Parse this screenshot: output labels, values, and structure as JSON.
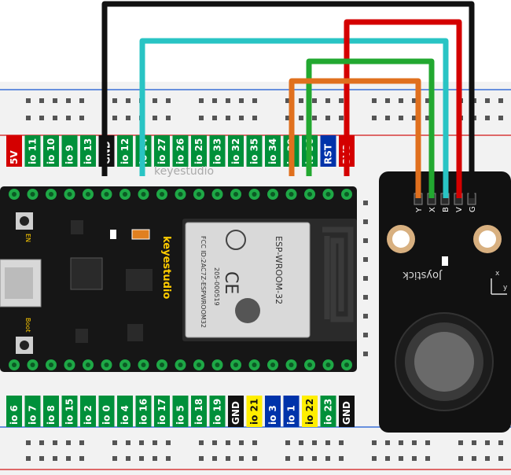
{
  "top_labels": [
    {
      "text": "5V",
      "bg": "#d40000",
      "fg": "#ffffff"
    },
    {
      "text": "io 11",
      "bg": "#00903a",
      "fg": "#ffffff"
    },
    {
      "text": "io 10",
      "bg": "#00903a",
      "fg": "#ffffff"
    },
    {
      "text": "io 9",
      "bg": "#00903a",
      "fg": "#ffffff"
    },
    {
      "text": "io 13",
      "bg": "#00903a",
      "fg": "#ffffff"
    },
    {
      "text": "GND",
      "bg": "#111111",
      "fg": "#ffffff"
    },
    {
      "text": "io 12",
      "bg": "#00903a",
      "fg": "#ffffff"
    },
    {
      "text": "io 14",
      "bg": "#00903a",
      "fg": "#ffffff"
    },
    {
      "text": "io 27",
      "bg": "#00903a",
      "fg": "#ffffff"
    },
    {
      "text": "io 26",
      "bg": "#00903a",
      "fg": "#ffffff"
    },
    {
      "text": "io 25",
      "bg": "#00903a",
      "fg": "#ffffff"
    },
    {
      "text": "io 33",
      "bg": "#00903a",
      "fg": "#ffffff"
    },
    {
      "text": "io 32",
      "bg": "#00903a",
      "fg": "#ffffff"
    },
    {
      "text": "io 35",
      "bg": "#00903a",
      "fg": "#ffffff"
    },
    {
      "text": "io 34",
      "bg": "#00903a",
      "fg": "#ffffff"
    },
    {
      "text": "io 39",
      "bg": "#00903a",
      "fg": "#ffffff"
    },
    {
      "text": "io 36",
      "bg": "#00903a",
      "fg": "#ffffff"
    },
    {
      "text": "RST",
      "bg": "#0033aa",
      "fg": "#ffffff"
    },
    {
      "text": "3V3",
      "bg": "#d40000",
      "fg": "#ffffff"
    }
  ],
  "bottom_labels": [
    {
      "text": "io 6",
      "bg": "#00903a",
      "fg": "#ffffff"
    },
    {
      "text": "io 7",
      "bg": "#00903a",
      "fg": "#ffffff"
    },
    {
      "text": "io 8",
      "bg": "#00903a",
      "fg": "#ffffff"
    },
    {
      "text": "io 15",
      "bg": "#00903a",
      "fg": "#ffffff"
    },
    {
      "text": "io 2",
      "bg": "#00903a",
      "fg": "#ffffff"
    },
    {
      "text": "io 0",
      "bg": "#00903a",
      "fg": "#ffffff"
    },
    {
      "text": "io 4",
      "bg": "#00903a",
      "fg": "#ffffff"
    },
    {
      "text": "io 16",
      "bg": "#00903a",
      "fg": "#ffffff"
    },
    {
      "text": "io 17",
      "bg": "#00903a",
      "fg": "#ffffff"
    },
    {
      "text": "io 5",
      "bg": "#00903a",
      "fg": "#ffffff"
    },
    {
      "text": "io 18",
      "bg": "#00903a",
      "fg": "#ffffff"
    },
    {
      "text": "io 19",
      "bg": "#00903a",
      "fg": "#ffffff"
    },
    {
      "text": "GND",
      "bg": "#111111",
      "fg": "#ffffff"
    },
    {
      "text": "io 21",
      "bg": "#ffee00",
      "fg": "#111111"
    },
    {
      "text": "io 3",
      "bg": "#0033aa",
      "fg": "#ffffff"
    },
    {
      "text": "io 1",
      "bg": "#0033aa",
      "fg": "#ffffff"
    },
    {
      "text": "io 22",
      "bg": "#ffee00",
      "fg": "#111111"
    },
    {
      "text": "io 23",
      "bg": "#00903a",
      "fg": "#ffffff"
    },
    {
      "text": "GND",
      "bg": "#111111",
      "fg": "#ffffff"
    }
  ],
  "board": {
    "brand_top": "keyestudio",
    "brand_side": "keyestudio",
    "en_label": "EN",
    "boot_label": "Boot"
  },
  "module": {
    "model": "ESP-WROOM-32",
    "fcc": "FCC ID:2AC7Z-ESPWROOM32",
    "r_code": "205-000519",
    "ce": "CE"
  },
  "joystick": {
    "pins": [
      "Y",
      "X",
      "B",
      "V",
      "G"
    ],
    "label": "Joystick",
    "axis_x": "x",
    "axis_y": "y"
  },
  "wires": [
    {
      "color": "#111111",
      "name": "gnd-wire"
    },
    {
      "color": "#29c4c4",
      "name": "b-wire"
    },
    {
      "color": "#d40000",
      "name": "vcc-wire"
    },
    {
      "color": "#22a830",
      "name": "x-wire"
    },
    {
      "color": "#e0701e",
      "name": "y-wire"
    }
  ]
}
